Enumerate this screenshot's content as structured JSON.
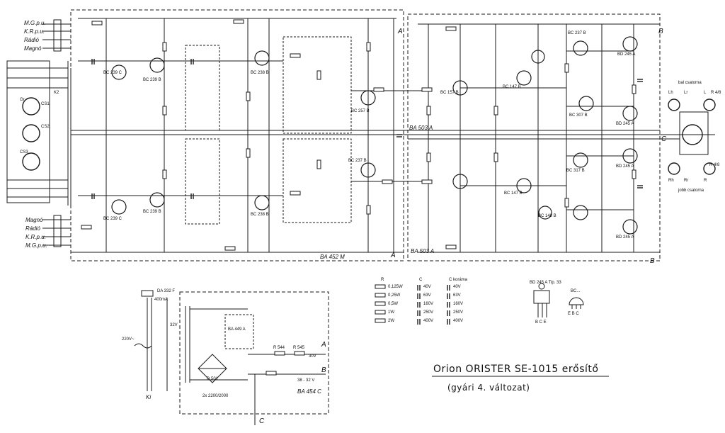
{
  "title": {
    "main": "Orion ORISTER SE-1015 erősítő",
    "sub": "(gyári 4. változat)"
  },
  "inputs_top": [
    "M.G.p.u.",
    "K.R.p.u.",
    "Rádió",
    "Magnó"
  ],
  "inputs_bottom": [
    "Magnó",
    "Rádió",
    "K.R.p.u.",
    "M.G.p.u."
  ],
  "sockets": [
    "Gr",
    "CS1",
    "CS2",
    "CS3",
    "K2"
  ],
  "boards": {
    "preamp": "BA 452 M",
    "power_top": "BA 503 A",
    "power_mid": "BA 503 A",
    "psu": "BA 454 C"
  },
  "bus_letters": {
    "a": "A",
    "b": "B",
    "c": "C"
  },
  "speakers": {
    "left_title": "bal csatorna",
    "right_title": "jobb csatorna",
    "left": [
      "Lh",
      "Lr",
      "L",
      "R 4/8"
    ],
    "right": [
      "Rh",
      "Rr",
      "R",
      "R 4/8"
    ]
  },
  "transistors_pre": [
    "BC 239 C",
    "BC 239 B",
    "BC 238 B",
    "BC 238 B",
    "BC 257 B",
    "BC 237 B",
    "BC 239 C",
    "BC 239 B"
  ],
  "transistors_power": [
    "BC 157 B",
    "BC 147 B",
    "BC 237 B",
    "BD 245 A",
    "BD 245 A",
    "BC 307 B",
    "BC 147 B",
    "BC 148 B",
    "BC 317 B",
    "BD 245 A",
    "BD 245 A"
  ],
  "psu": {
    "fuse": "DA 332 F",
    "fuse_rating": "400mA",
    "mains": "220V~",
    "secondary": "32V",
    "bridge": "BA 449 A",
    "caps": "2x 2200/2000",
    "r1": "R 544",
    "r2": "R 545",
    "v1": "30V",
    "v2": "38 - 32 V",
    "switch": "Ki",
    "zener": "D 501"
  },
  "legend": {
    "resistor_head": "R",
    "cap_head": "C",
    "elco_head": "C koráma",
    "resistors": [
      "0,125W",
      "0,25W",
      "0,5W",
      "1W",
      "2W"
    ],
    "caps": [
      "40V",
      "63V",
      "160V",
      "250V",
      "400V"
    ],
    "elcos": [
      "40V",
      "63V",
      "160V",
      "250V",
      "400V"
    ]
  },
  "packages": {
    "bd": "BD 245 A   Tip. 33",
    "bd_pins": "B C E",
    "bc": "BC...",
    "bc_pins": "E B C"
  }
}
